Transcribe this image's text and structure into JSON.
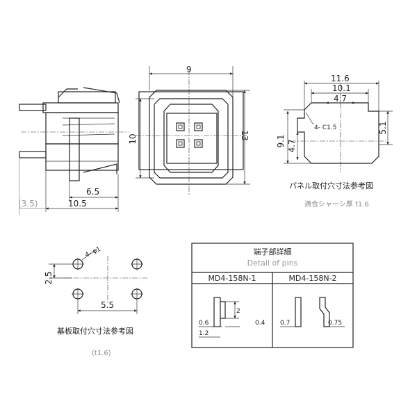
{
  "side_view": {
    "dim_h1": "6.5",
    "dim_h2": "10.5",
    "dim_ref": "(3.5)"
  },
  "front_view": {
    "dim_width": "9",
    "dim_height_inner": "10",
    "dim_height_outer": "13"
  },
  "panel_cutout": {
    "dim_w_outer": "11.6",
    "dim_w_mid": "10.1",
    "dim_w_inner": "4.7",
    "dim_h_outer": "9.1",
    "dim_h_inner": "4.7",
    "dim_h_right": "5.1",
    "chamfer_label": "4- C1.5",
    "caption": "パネル取付穴寸法参考図",
    "thickness_note": "適合シャーシ厚 t1.6"
  },
  "pcb_layout": {
    "hole_label": "4- φ1",
    "dim_v": "2.5",
    "dim_h": "5.5",
    "caption": "基板取付穴寸法参考図",
    "thickness_note": "(t1.6)"
  },
  "pin_detail": {
    "title_jp": "端子部詳細",
    "title_en": "Detail of pins",
    "model_1": "MD4-158N-1",
    "model_2": "MD4-158N-2",
    "p1_w1": "0.6",
    "p1_w2": "1.2",
    "p1_h": "2",
    "p1_t": "0.4",
    "p2_w1": "0.7",
    "p2_w2": "0.75"
  }
}
